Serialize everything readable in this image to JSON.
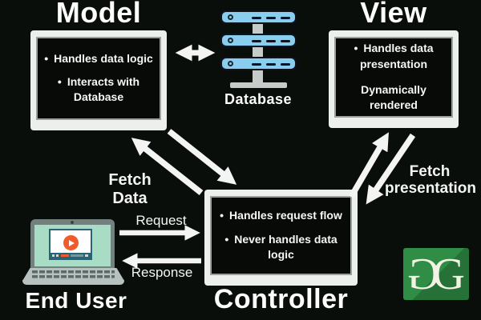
{
  "nodes": {
    "model": {
      "title": "Model",
      "items": [
        "Handles data logic",
        "Interacts with Database"
      ]
    },
    "database": {
      "label": "Database"
    },
    "view": {
      "title": "View",
      "items": [
        "Handles data presentation"
      ],
      "note": "Dynamically rendered"
    },
    "controller": {
      "title": "Controller",
      "items": [
        "Handles request flow",
        "Never handles data logic"
      ]
    },
    "end_user": {
      "label": "End User"
    }
  },
  "edges": {
    "fetch_data": "Fetch Data",
    "fetch_presentation": "Fetch presentation",
    "request": "Request",
    "response": "Response"
  },
  "logo": {
    "letter_left": "G",
    "letter_right": "G"
  },
  "colors": {
    "background": "#0a0e0a",
    "monitor_frame": "#edefed",
    "server_blue": "#8aceef",
    "laptop_mint": "#a9dcc5",
    "play_orange": "#f05b2b",
    "logo_green": "#2f8d46",
    "arrow_white": "#f3f4f3"
  }
}
